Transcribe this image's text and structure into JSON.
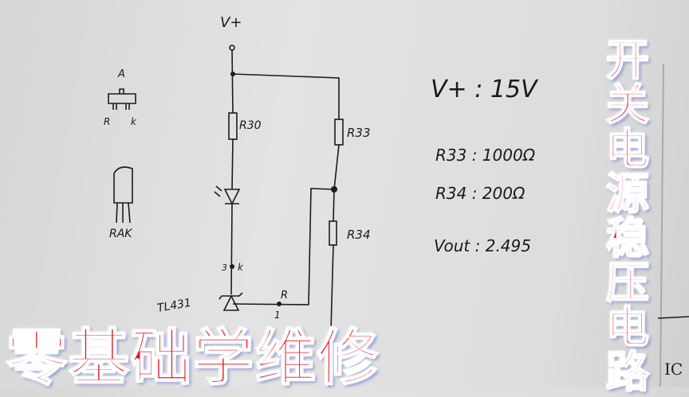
{
  "schematic": {
    "supply_label": "V+",
    "resistors": [
      "R30",
      "R33",
      "R34"
    ],
    "node_k_pin": "3",
    "node_k_label": "k",
    "ref_label": "R",
    "ref_pin": "1",
    "ic_label": "TL431"
  },
  "pinouts": {
    "sot_top": "A",
    "sot_left": "R",
    "sot_right": "k",
    "to92_pins": "RAK"
  },
  "notes": {
    "supply": "V+ : 15V",
    "r33": "R33 : 1000Ω",
    "r34": "R34 : 200Ω",
    "vout": "Vout : 2.495"
  },
  "caption": "零基础学维修",
  "title_vertical": [
    "开",
    "关",
    "电",
    "源",
    "稳",
    "压",
    "电",
    "路"
  ],
  "edge_label": "IC",
  "colors": {
    "caption": "#e8101c",
    "outline": "#ffffff",
    "ink": "#1a1a1a"
  }
}
